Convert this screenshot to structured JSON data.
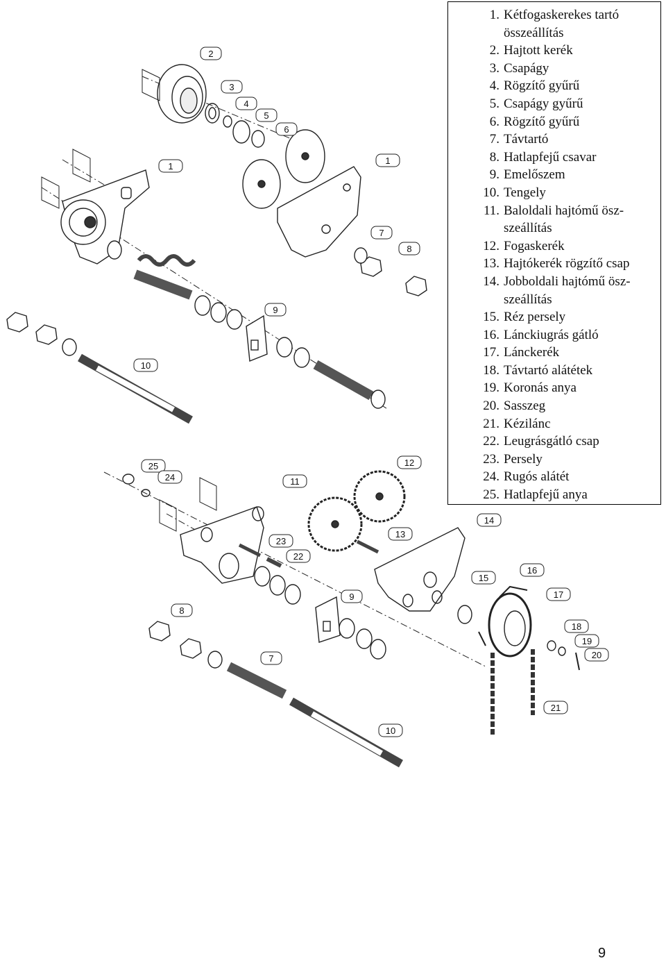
{
  "legend": {
    "items": [
      {
        "num": "1.",
        "text": "Kétfogaskerekes tartó összeállítás"
      },
      {
        "num": "2.",
        "text": "Hajtott kerék"
      },
      {
        "num": "3.",
        "text": "Csapágy"
      },
      {
        "num": "4.",
        "text": "Rögzítő gyűrű"
      },
      {
        "num": "5.",
        "text": "Csapágy gyűrű"
      },
      {
        "num": "6.",
        "text": "Rögzítő gyűrű"
      },
      {
        "num": "7.",
        "text": "Távtartó"
      },
      {
        "num": "8.",
        "text": "Hatlapfejű csavar"
      },
      {
        "num": "9.",
        "text": "Emelőszem"
      },
      {
        "num": "10.",
        "text": "Tengely"
      },
      {
        "num": "11.",
        "text": "Baloldali hajtómű ösz-szeállítás"
      },
      {
        "num": "12.",
        "text": "Fogaskerék"
      },
      {
        "num": "13.",
        "text": "Hajtókerék rögzítő csap"
      },
      {
        "num": "14.",
        "text": "Jobboldali hajtómű ösz-szeállítás"
      },
      {
        "num": "15.",
        "text": "Réz persely"
      },
      {
        "num": "16.",
        "text": "Lánckiugrás gátló"
      },
      {
        "num": "17.",
        "text": "Lánckerék"
      },
      {
        "num": "18.",
        "text": "Távtartó alátétek"
      },
      {
        "num": "19.",
        "text": "Koronás anya"
      },
      {
        "num": "20.",
        "text": "Sasszeg"
      },
      {
        "num": "21.",
        "text": "Kézilánc"
      },
      {
        "num": "22.",
        "text": "Leugrásgátló csap"
      },
      {
        "num": "23.",
        "text": "Persely"
      },
      {
        "num": "24.",
        "text": "Rugós alátét"
      },
      {
        "num": "25.",
        "text": "Hatlapfejű anya"
      }
    ]
  },
  "callouts": [
    "2",
    "3",
    "4",
    "5",
    "6",
    "1",
    "1",
    "7",
    "8",
    "9",
    "10",
    "25",
    "24",
    "11",
    "12",
    "13",
    "14",
    "23",
    "22",
    "9",
    "15",
    "16",
    "17",
    "18",
    "19",
    "20",
    "8",
    "7",
    "10",
    "21"
  ],
  "page_number": "9"
}
